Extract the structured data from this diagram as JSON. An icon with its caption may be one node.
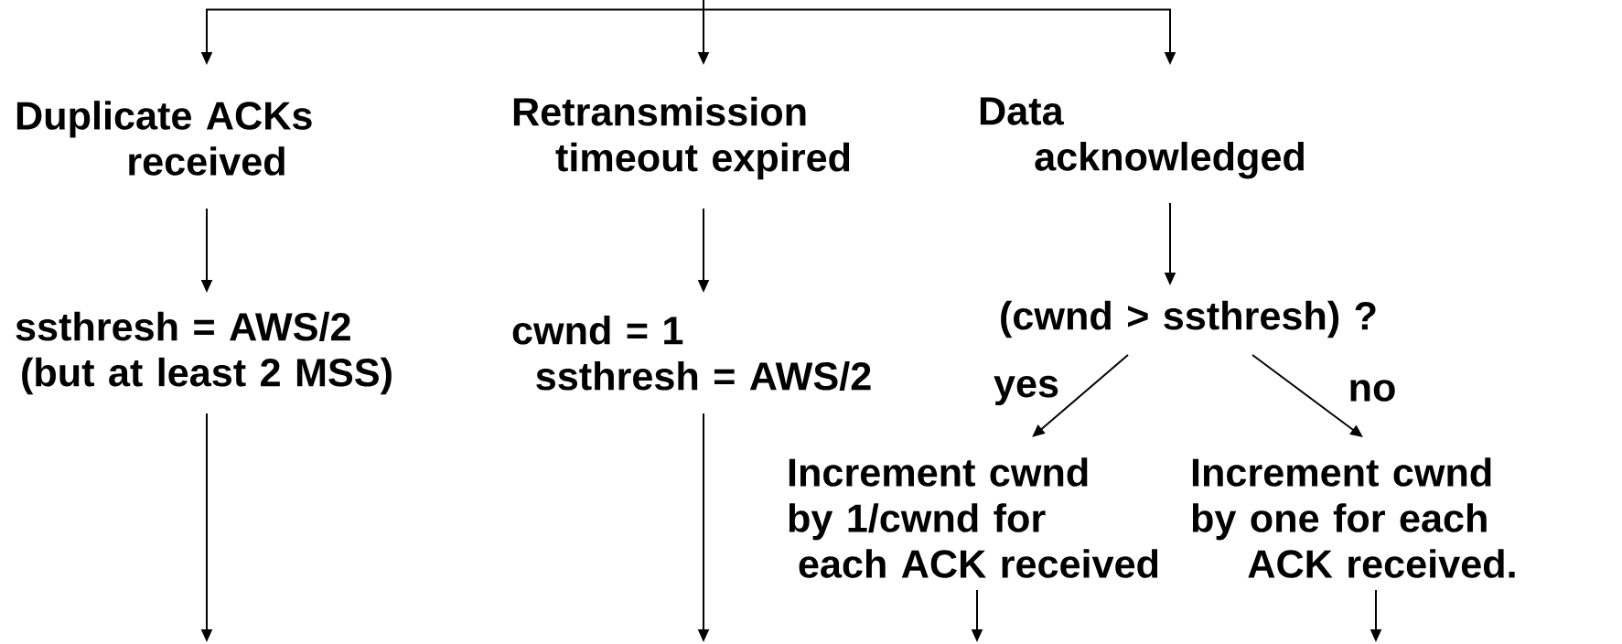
{
  "diagram": {
    "nodes": [
      {
        "text": [
          "Duplicate ACKs received"
        ]
      },
      {
        "text": [
          "Retransmission timeout expired"
        ]
      },
      {
        "text": [
          "Data acknowledged"
        ]
      },
      {
        "text": [
          "ssthresh = AWS/2 (but at least 2 MSS)"
        ]
      },
      {
        "text": [
          "cwnd = 1 ssthresh = AWS/2"
        ]
      },
      {
        "text": [
          "(cwnd > ssthresh) ?"
        ]
      },
      {
        "text": [
          "Increment cwnd by 1/cwnd for each ACK received"
        ]
      },
      {
        "text": [
          "Increment cwnd by one for each ACK received."
        ]
      }
    ],
    "edges": [
      {
        "from": null,
        "to": 0,
        "arrow": "to"
      },
      {
        "from": null,
        "to": 1,
        "arrow": "to"
      },
      {
        "from": null,
        "to": 2,
        "arrow": "to"
      },
      {
        "from": 0,
        "to": 3,
        "arrow": "to"
      },
      {
        "from": 1,
        "to": 4,
        "arrow": "to"
      },
      {
        "from": 2,
        "to": 5,
        "arrow": "to"
      },
      {
        "from": 5,
        "to": 6,
        "arrow": "to",
        "label": "yes"
      },
      {
        "from": 5,
        "to": 7,
        "arrow": "to",
        "label": "no"
      },
      {
        "from": 3,
        "to": null,
        "arrow": "to"
      },
      {
        "from": 4,
        "to": null,
        "arrow": "to"
      },
      {
        "from": 6,
        "to": null,
        "arrow": "to"
      },
      {
        "from": 7,
        "to": null,
        "arrow": "to"
      }
    ]
  }
}
